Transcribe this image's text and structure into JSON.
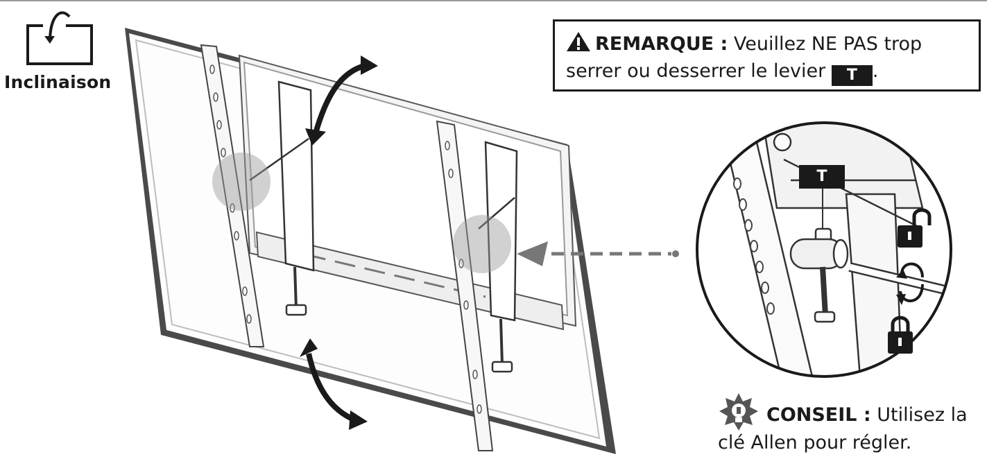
{
  "tilt": {
    "label": "Inclinaison"
  },
  "note": {
    "title": "REMARQUE :",
    "line1_rest": " Veuillez NE PAS trop",
    "line2": "serrer ou desserrer le levier",
    "lever_badge": "T",
    "period": "."
  },
  "callout": {
    "lever_badge": "T"
  },
  "tip": {
    "title": "CONSEIL :",
    "line1_rest": " Utilisez la",
    "line2": "clé Allen pour régler."
  },
  "icons": [
    "tilt-icon",
    "warning-icon",
    "unlock-icon",
    "lock-icon",
    "lightbulb-icon",
    "tilt-arrow-icon",
    "rotate-arrow-icon"
  ]
}
